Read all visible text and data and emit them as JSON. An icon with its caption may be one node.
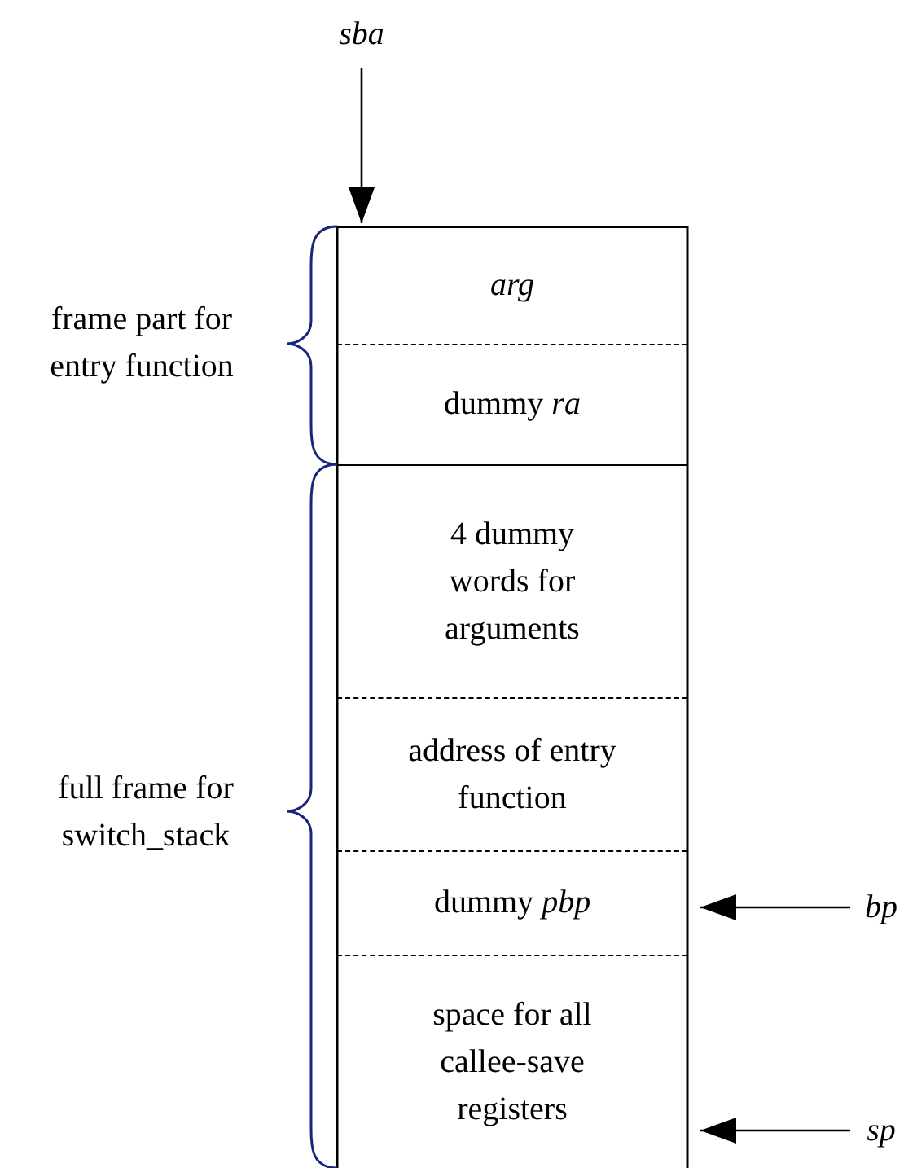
{
  "diagram": {
    "nodes": [
      {
        "text": [
          "*sba*"
        ]
      },
      {
        "text": [
          "*arg*"
        ]
      },
      {
        "text": [
          "dummy *ra*"
        ]
      },
      {
        "text": [
          "4 dummy words for arguments"
        ]
      },
      {
        "text": [
          "address of entry function"
        ]
      },
      {
        "text": [
          "dummy *pbp*"
        ]
      },
      {
        "text": [
          "space for all callee-save registers"
        ]
      },
      {
        "text": [
          "*bp*"
        ]
      },
      {
        "text": [
          "*sp*"
        ]
      }
    ],
    "edges": [
      {
        "from": 0,
        "to": 1,
        "arrow": "to"
      },
      {
        "from": 7,
        "to": 5,
        "arrow": "to"
      },
      {
        "from": 8,
        "to": 6,
        "arrow": "to"
      }
    ],
    "labels": [
      "frame part for entry function",
      "full frame for switch_stack"
    ]
  }
}
